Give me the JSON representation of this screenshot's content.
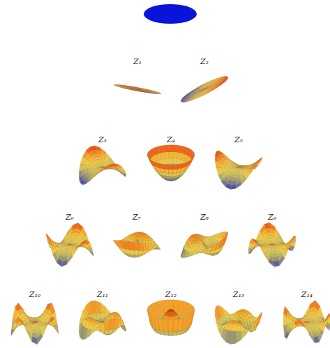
{
  "diagram": {
    "labels": [
      "Z₁",
      "Z₂",
      "Z₃",
      "Z₄",
      "Z₅",
      "Z₆",
      "Z₇",
      "Z₈",
      "Z₉",
      "Z₁₀",
      "Z₁₁",
      "Z₁₂",
      "Z₁₃",
      "Z₁₄"
    ]
  }
}
